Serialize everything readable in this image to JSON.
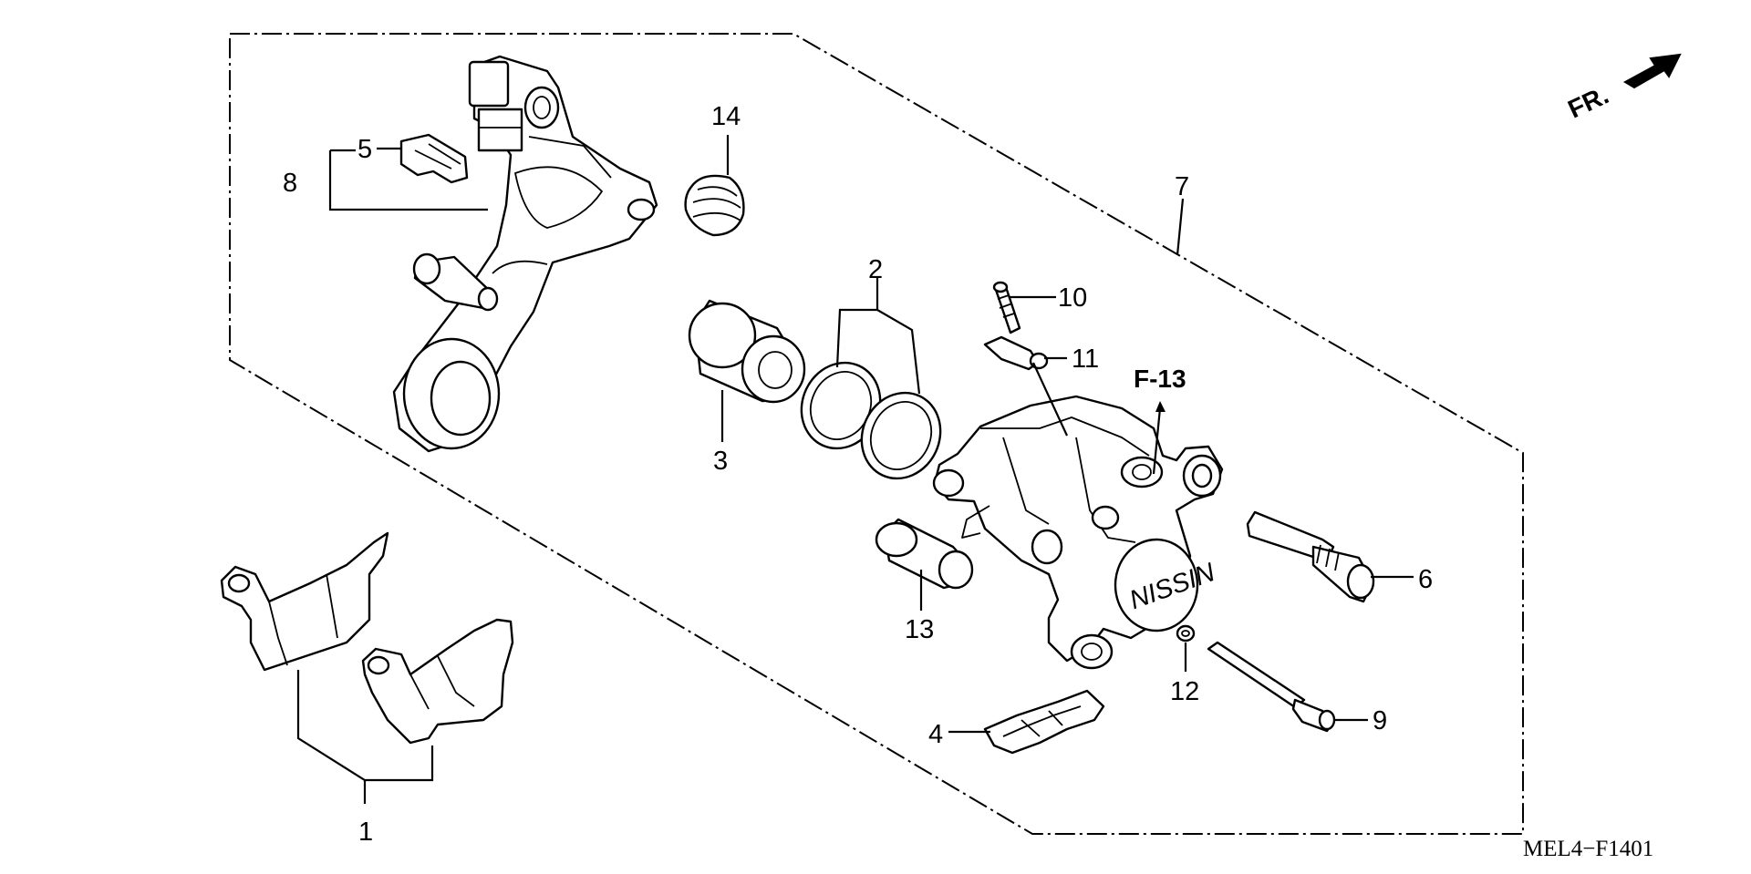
{
  "diagram": {
    "direction_label": "FR.",
    "reference_label": "F-13",
    "drawing_code": "MEL4−F1401",
    "callouts": {
      "c1": "1",
      "c2": "2",
      "c3": "3",
      "c4": "4",
      "c5": "5",
      "c6": "6",
      "c7": "7",
      "c8": "8",
      "c9": "9",
      "c10": "10",
      "c11": "11",
      "c12": "12",
      "c13": "13",
      "c14": "14"
    },
    "caliper_emboss": "NISSIN"
  }
}
